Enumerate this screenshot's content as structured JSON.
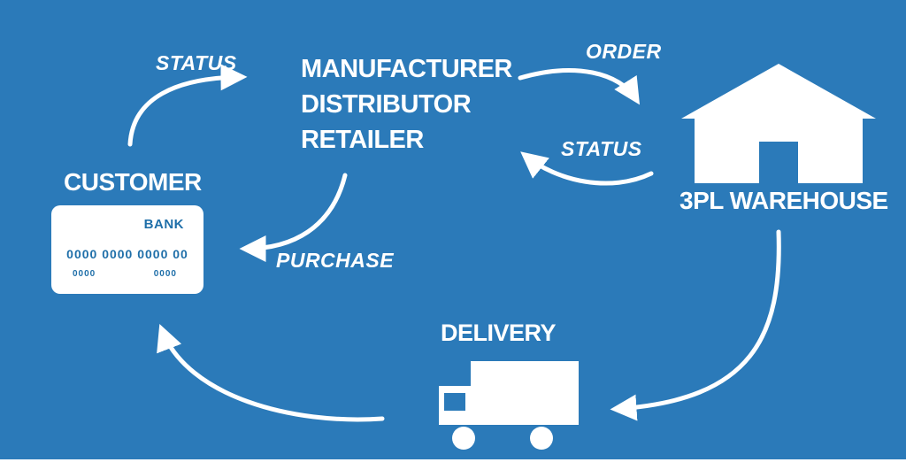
{
  "colors": {
    "background": "#2b7ab9",
    "foreground": "#ffffff",
    "card_text": "#1f6fa9"
  },
  "labels": {
    "status_top_left": "STATUS",
    "order": "ORDER",
    "status_right": "STATUS",
    "purchase": "PURCHASE"
  },
  "nodes": {
    "manufacturer": {
      "lines": [
        "MANUFACTURER",
        "DISTRIBUTOR",
        "RETAILER"
      ]
    },
    "customer": {
      "label": "CUSTOMER",
      "card": {
        "bank": "BANK",
        "number": "0000 0000 0000 00",
        "bottom_left": "0000",
        "bottom_right": "0000"
      }
    },
    "warehouse": {
      "label": "3PL WAREHOUSE"
    },
    "delivery": {
      "label": "DELIVERY"
    }
  }
}
